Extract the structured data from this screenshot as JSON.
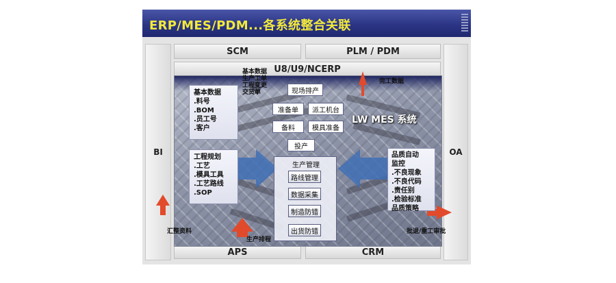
{
  "title": "ERP/MES/PDM...各系统整合关联",
  "bars": {
    "scm": "SCM",
    "plm": "PLM / PDM",
    "u8": "U8/U9/NCERP",
    "aps": "APS",
    "crm": "CRM"
  },
  "sides": {
    "bi": "BI",
    "oa": "OA"
  },
  "mes_title": "LW MES 系统",
  "erp_to_mes_labels": [
    "基本数据",
    "生产工单",
    "工程变更",
    "交货单"
  ],
  "completion_label": "完工数据",
  "summary_label": "汇整资料",
  "schedule_label": "生产排程",
  "return_label": "批退/重工审批",
  "basic_data": {
    "heading": "基本数据",
    "items": [
      ".料号",
      ".BOM",
      ".员工号",
      ".客户"
    ]
  },
  "engineering": {
    "heading": "工程规划",
    "items": [
      ".工艺",
      ".模具工具",
      ".工艺路线",
      ".SOP"
    ]
  },
  "quality": {
    "heading": "品质自动监控",
    "items": [
      ".不良现象",
      ".不良代码",
      ".责任别",
      ".检验标准",
      "品质策略"
    ]
  },
  "shopfloor": {
    "onsite": "现场排产",
    "prep": "准备单",
    "dispatch": "派工机台",
    "material": "备料",
    "mold": "模具准备",
    "input": "投产"
  },
  "production": {
    "heading": "生产管理",
    "items": [
      "路线管理",
      "数据采集",
      "制造防错",
      "出货防错"
    ]
  },
  "colors": {
    "title_bg": "#2c3585",
    "title_text": "#f2ea3a",
    "arrow_red": "#e24a2c",
    "arrow_blue": "#3f6fb5"
  }
}
